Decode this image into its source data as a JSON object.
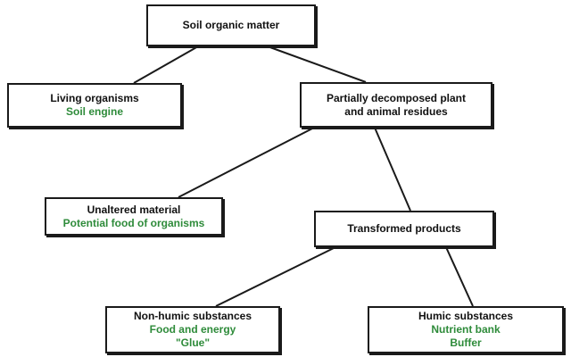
{
  "diagram": {
    "nodes": {
      "soil_organic_matter": {
        "title": "Soil organic matter"
      },
      "living_organisms": {
        "title": "Living organisms",
        "sub": "Soil engine"
      },
      "partially_decomposed": {
        "line1": "Partially decomposed plant",
        "line2": "and animal residues"
      },
      "unaltered_material": {
        "title": "Unaltered material",
        "sub": "Potential food of organisms"
      },
      "transformed_products": {
        "title": "Transformed products"
      },
      "non_humic": {
        "title": "Non-humic substances",
        "sub1": "Food and energy",
        "sub2": "\"Glue\""
      },
      "humic": {
        "title": "Humic substances",
        "sub1": "Nutrient bank",
        "sub2": "Buffer"
      }
    },
    "edges": [
      {
        "from": "soil_organic_matter",
        "to": "living_organisms"
      },
      {
        "from": "soil_organic_matter",
        "to": "partially_decomposed"
      },
      {
        "from": "partially_decomposed",
        "to": "unaltered_material"
      },
      {
        "from": "partially_decomposed",
        "to": "transformed_products"
      },
      {
        "from": "transformed_products",
        "to": "non_humic"
      },
      {
        "from": "transformed_products",
        "to": "humic"
      }
    ],
    "colors": {
      "border": "#1a1a1a",
      "text": "#111111",
      "accent_green": "#2e8b3a"
    }
  }
}
